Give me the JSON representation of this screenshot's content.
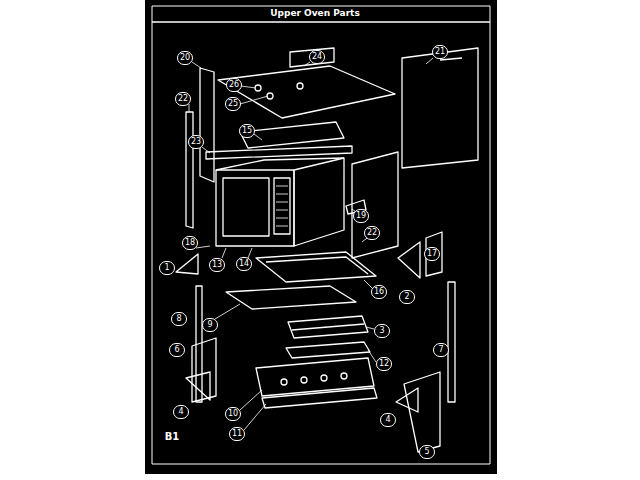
{
  "diagram": {
    "title": "Upper Oven Parts",
    "labels": [
      "21",
      "24",
      "20",
      "26",
      "22",
      "25",
      "15",
      "23",
      "19",
      "22",
      "18",
      "17",
      "14",
      "13",
      "1",
      "16",
      "2",
      "8",
      "9",
      "3",
      "7",
      "6",
      "12",
      "4",
      "10",
      "4",
      "B1",
      "11",
      "5"
    ]
  }
}
